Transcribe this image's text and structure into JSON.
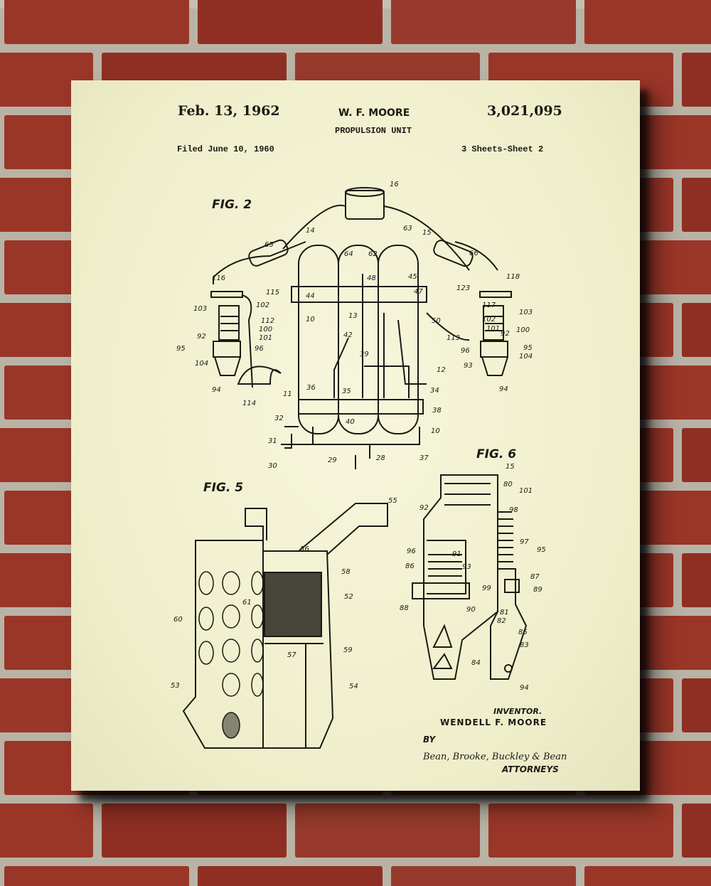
{
  "header": {
    "date": "Feb. 13, 1962",
    "inventor_short": "W. F. MOORE",
    "patent_number": "3,021,095",
    "title": "PROPULSION UNIT",
    "filed": "Filed June 10, 1960",
    "sheets": "3 Sheets-Sheet 2"
  },
  "fig2": {
    "label": "FIG. 2",
    "callouts": [
      "16",
      "14",
      "65",
      "64",
      "62",
      "63",
      "15",
      "66",
      "116",
      "118",
      "115",
      "44",
      "48",
      "45",
      "47",
      "123",
      "117",
      "103",
      "102",
      "112",
      "100",
      "101",
      "10",
      "13",
      "50",
      "102",
      "103",
      "101",
      "100",
      "92",
      "92",
      "113",
      "42",
      "95",
      "96",
      "96",
      "95",
      "104",
      "93",
      "104",
      "39",
      "12",
      "94",
      "114",
      "11",
      "36",
      "35",
      "34",
      "94",
      "38",
      "32",
      "40",
      "10",
      "31",
      "28",
      "37",
      "29",
      "30"
    ]
  },
  "fig5": {
    "label": "FIG. 5",
    "callouts": [
      "55",
      "56",
      "58",
      "52",
      "61",
      "60",
      "57",
      "59",
      "53",
      "54"
    ]
  },
  "fig6": {
    "label": "FIG. 6",
    "callouts": [
      "15",
      "80",
      "101",
      "92",
      "98",
      "97",
      "95",
      "96",
      "91",
      "86",
      "93",
      "87",
      "99",
      "89",
      "88",
      "90",
      "81",
      "82",
      "85",
      "83",
      "84",
      "94"
    ]
  },
  "footer": {
    "inventor_label": "INVENTOR.",
    "inventor_name": "WENDELL F. MOORE",
    "by": "BY",
    "attorneys_signature": "Bean, Brooke, Buckley & Bean",
    "attorneys_label": "ATTORNEYS"
  },
  "colors": {
    "paper": "#f3f2d2",
    "ink": "#1a1a14",
    "brick": "#9e3a2c",
    "mortar": "#c2bbac"
  }
}
